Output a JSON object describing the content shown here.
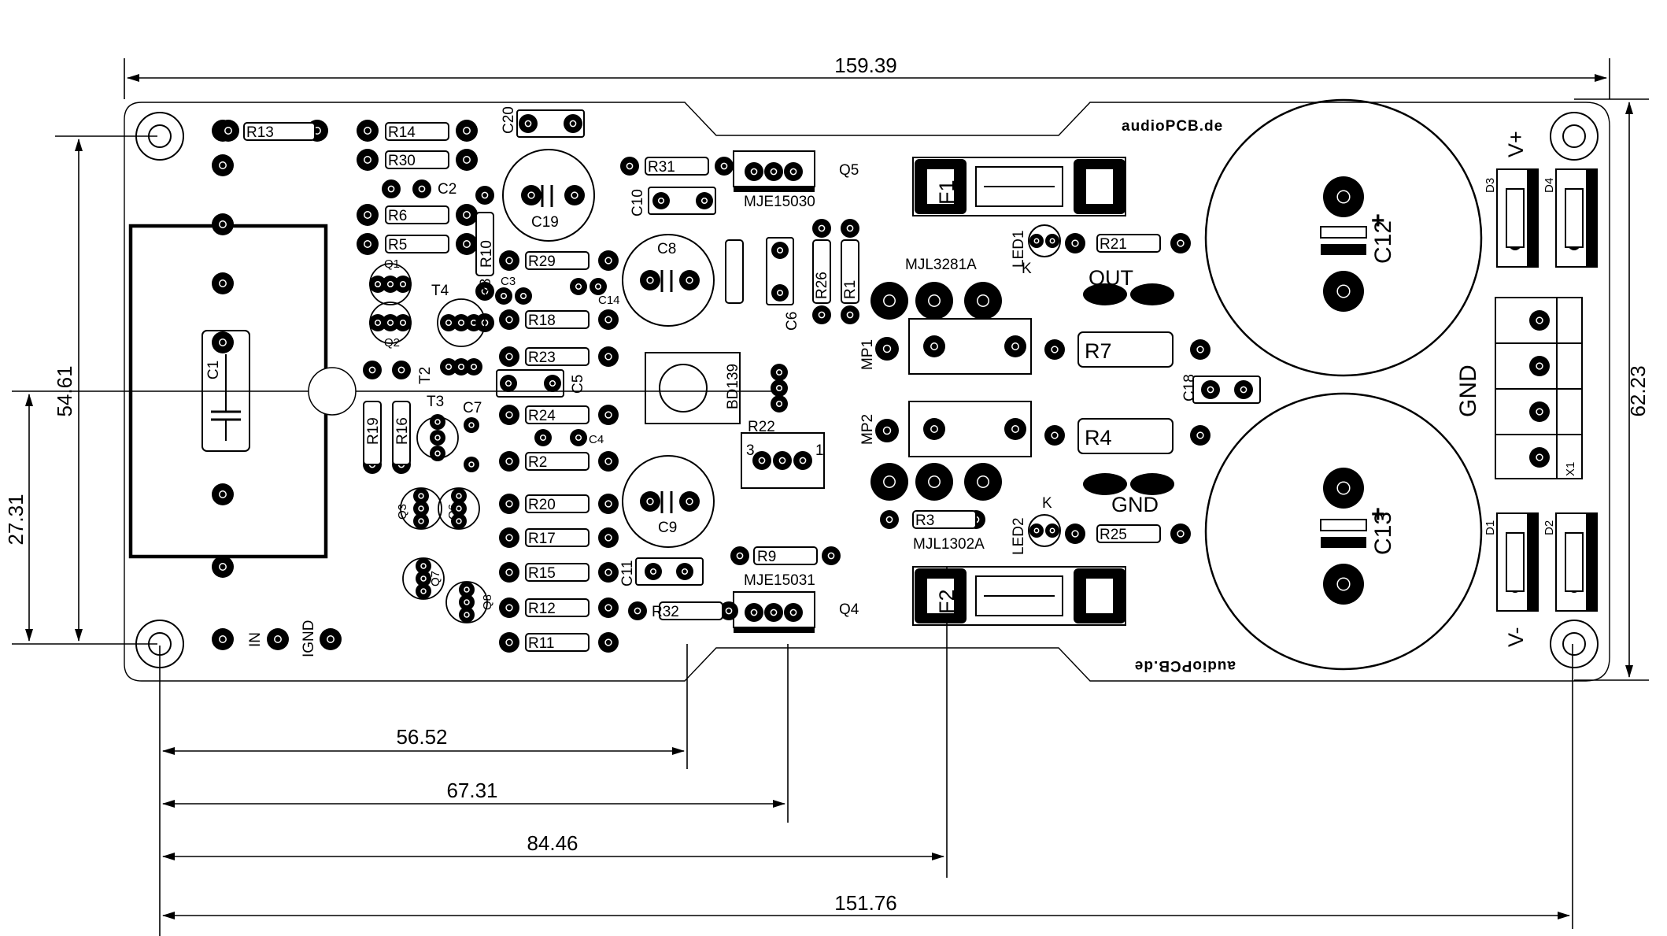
{
  "dimensions": {
    "width_total": "159.39",
    "height_total": "62.23",
    "height_mount": "54.61",
    "height_half": "27.31",
    "x_q5": "56.52",
    "x_q4": "67.31",
    "x_f": "84.46",
    "x_mount": "151.76"
  },
  "branding": {
    "top": "audioPCB.de",
    "bottom": "audioPCB.de"
  },
  "connectors": {
    "in": "IN",
    "ignd": "IGND",
    "out": "OUT",
    "gnd": "GND",
    "gnd_block": "GND",
    "v_plus": "V+",
    "v_minus": "V-",
    "x1": "X1"
  },
  "transistors": {
    "q5_part": "MJE15030",
    "q5": "Q5",
    "q4_part": "MJE15031",
    "q4": "Q4",
    "mjl_top": "MJL3281A",
    "mjl_bottom": "MJL1302A",
    "bd139": "BD139",
    "t2": "T2",
    "t3": "T3",
    "t4": "T4",
    "q1": "Q1",
    "q2": "Q2",
    "q3": "Q3",
    "q6": "Q6",
    "q7": "Q7",
    "q8": "Q8"
  },
  "resistors": {
    "r1": "R1",
    "r2": "R2",
    "r3": "R3",
    "r4": "R4",
    "r5": "R5",
    "r6": "R6",
    "r7": "R7",
    "r8": "R8",
    "r9": "R9",
    "r10": "R10",
    "r11": "R11",
    "r12": "R12",
    "r13": "R13",
    "r14": "R14",
    "r15": "R15",
    "r16": "R16",
    "r17": "R17",
    "r18": "R18",
    "r19": "R19",
    "r20": "R20",
    "r21": "R21",
    "r22": "R22",
    "r23": "R23",
    "r24": "R24",
    "r25": "R25",
    "r26": "R26",
    "r29": "R29",
    "r30": "R30",
    "r31": "R31",
    "r32": "R32"
  },
  "capacitors": {
    "c1": "C1",
    "c2": "C2",
    "c3": "C3",
    "c4": "C4",
    "c5": "C5",
    "c6": "C6",
    "c7": "C7",
    "c8": "C8",
    "c9": "C9",
    "c10": "C10",
    "c11": "C11",
    "c12": "C12",
    "c13": "C13",
    "c14": "C14",
    "c18": "C18",
    "c19": "C19",
    "c20": "C20"
  },
  "misc": {
    "f1": "F1",
    "f2": "F2",
    "led1": "LED1",
    "led2": "LED2",
    "k1": "K",
    "k2": "K",
    "mp1": "MP1",
    "mp2": "MP2",
    "d1": "D1",
    "d2": "D2",
    "d3": "D3",
    "d4": "D4",
    "pin1": "1",
    "pin3": "3",
    "plus": "+"
  }
}
